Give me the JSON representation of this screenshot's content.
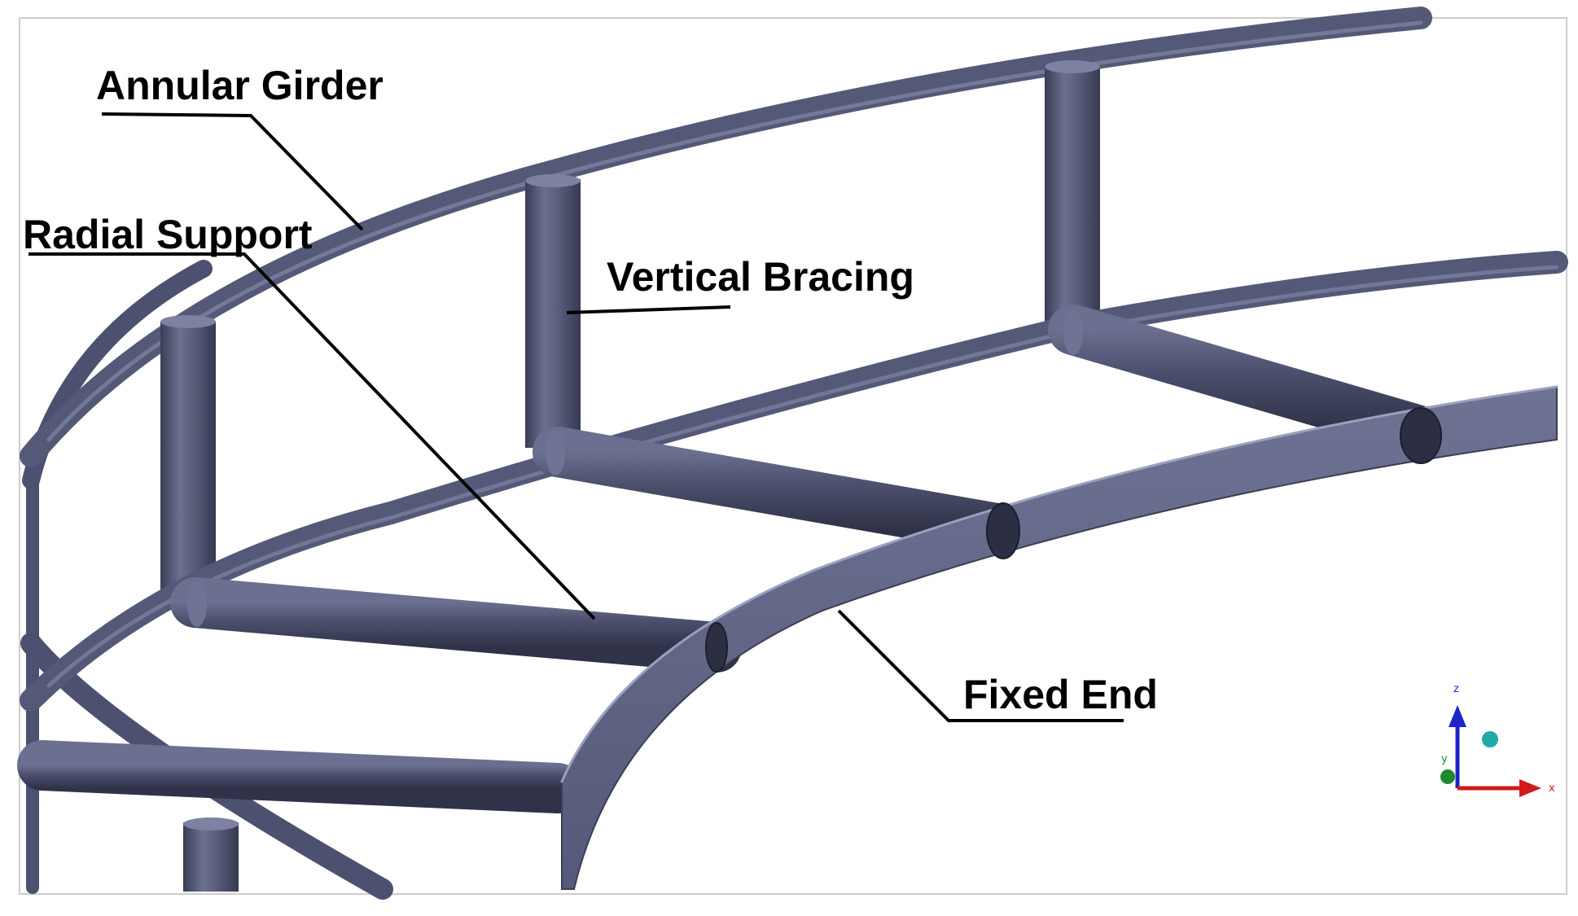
{
  "labels": {
    "annular_girder": "Annular Girder",
    "radial_support": "Radial Support",
    "vertical_bracing": "Vertical Bracing",
    "fixed_end": "Fixed End"
  },
  "triad": {
    "z_label": "z",
    "y_label": "y",
    "x_label": "x",
    "colors": {
      "z": "#1f23c8",
      "x": "#d21a1a",
      "y": "#1a8a2a",
      "viewpoint": "#1fa9a9"
    }
  },
  "colors": {
    "member_dark": "#3a3d55",
    "member_mid": "#5a5e7c",
    "member_light": "#7f84a3",
    "frame_border": "#cccccc",
    "leader": "#000000"
  }
}
